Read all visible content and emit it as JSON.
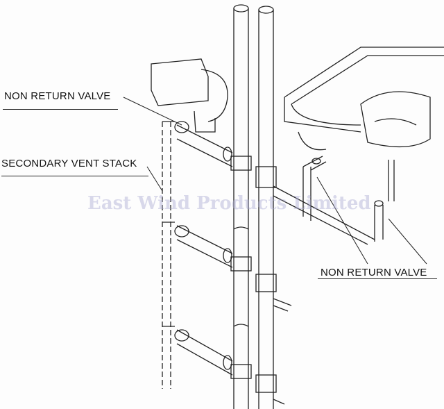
{
  "labels": {
    "nrv_top": "NON RETURN VALVE",
    "vent_stack": "SECONDARY VENT STACK",
    "nrv_bottom": "NON RETURN VALVE"
  },
  "watermark": "East Wind Products Limited",
  "colors": {
    "line": "#222222",
    "watermark": "#aaaad2"
  }
}
